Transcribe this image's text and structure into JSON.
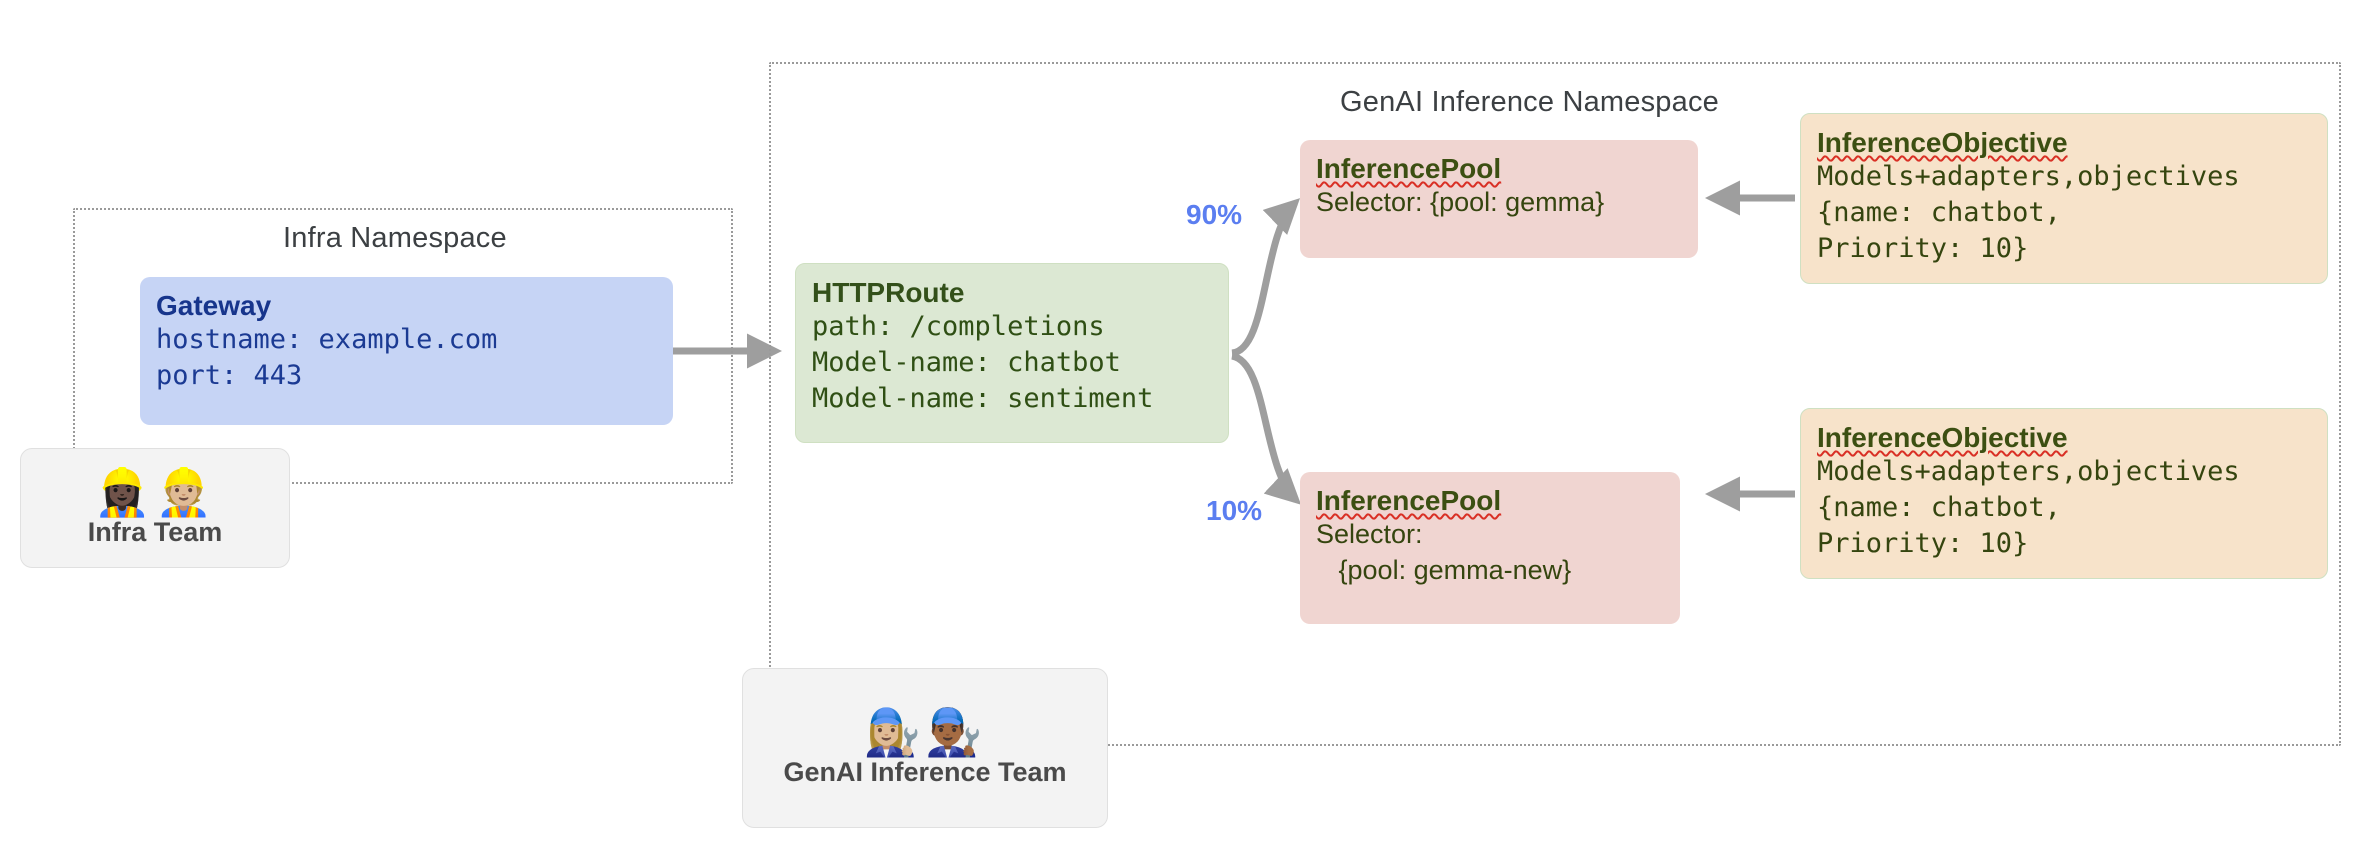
{
  "namespaces": [
    {
      "key": "infra",
      "title": "Infra Namespace"
    },
    {
      "key": "genai",
      "title": "GenAI Inference Namespace"
    }
  ],
  "gateway": {
    "title": "Gateway",
    "lines": [
      "hostname: example.com",
      "port: 443"
    ]
  },
  "httproute": {
    "title": "HTTPRoute",
    "lines": [
      "path: /completions",
      "Model-name: chatbot",
      "Model-name: sentiment"
    ]
  },
  "pools": [
    {
      "title": "InferencePool",
      "lines": [
        "Selector: {pool: gemma}"
      ],
      "weight": "90%"
    },
    {
      "title": "InferencePool",
      "lines": [
        "Selector:",
        "   {pool: gemma-new}"
      ],
      "weight": "10%"
    }
  ],
  "objectives": [
    {
      "title": "InferenceObjective",
      "lines": [
        "Models+adapters,objectives",
        "{name: chatbot,",
        "Priority: 10}"
      ]
    },
    {
      "title": "InferenceObjective",
      "lines": [
        "Models+adapters,objectives",
        "{name: chatbot,",
        "Priority: 10}"
      ]
    }
  ],
  "teams": [
    {
      "label": "Infra Team",
      "emoji": "👷🏿‍♀️👷🏼"
    },
    {
      "label": "GenAI Inference Team",
      "emoji": "👩🏼‍🔧👨🏾‍🔧"
    }
  ],
  "colors": {
    "gateway_fill": "#c6d4f5",
    "route_fill": "#dce8d3",
    "pool_fill": "#f0d5d1",
    "objective_fill": "#f7e3ca",
    "team_fill": "#f3f3f3",
    "weight_text": "#5b7ef0",
    "connector": "#9e9e9e",
    "namespace_border": "#9a9a9a"
  }
}
